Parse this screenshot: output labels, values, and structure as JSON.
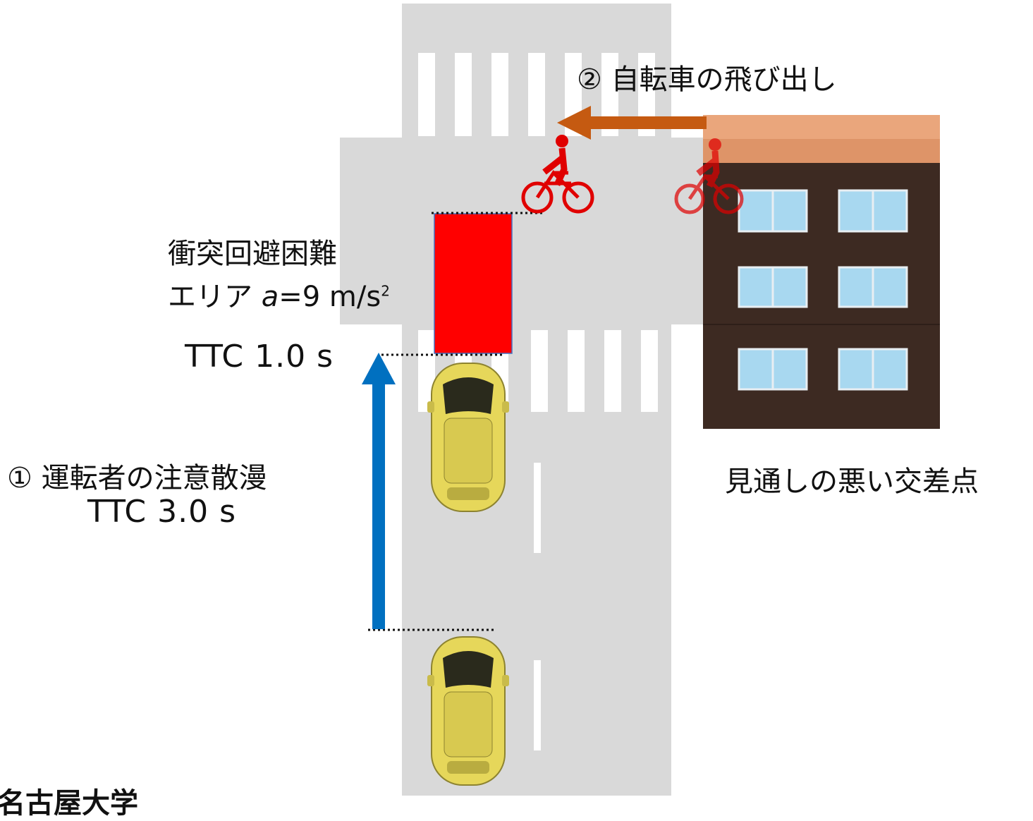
{
  "labels": {
    "bicycle_dash": "② 自転車の飛び出し",
    "area_line1": "衝突回避困難",
    "area_line2_prefix": "エリア ",
    "area_var": "a",
    "area_eq": "=9 m/s",
    "area_exp": "2",
    "ttc_short": "TTC 1.0 s",
    "distraction": "① 運転者の注意散漫",
    "ttc_long": "TTC 3.0 s",
    "intersection": "見通しの悪い交差点",
    "school_partial": "名古屋大学"
  },
  "colors": {
    "road": "#d9d9d9",
    "marking": "#ffffff",
    "danger_area": "#ff0000",
    "danger_border": "#4472c4",
    "car_arrow": "#0070c0",
    "bike_arrow": "#c55a11",
    "building": "#3d2a22",
    "building_top": "#f0a070",
    "window": "#a8d8f0",
    "car_body": "#e6d75a",
    "bicycle": "#e00000"
  }
}
